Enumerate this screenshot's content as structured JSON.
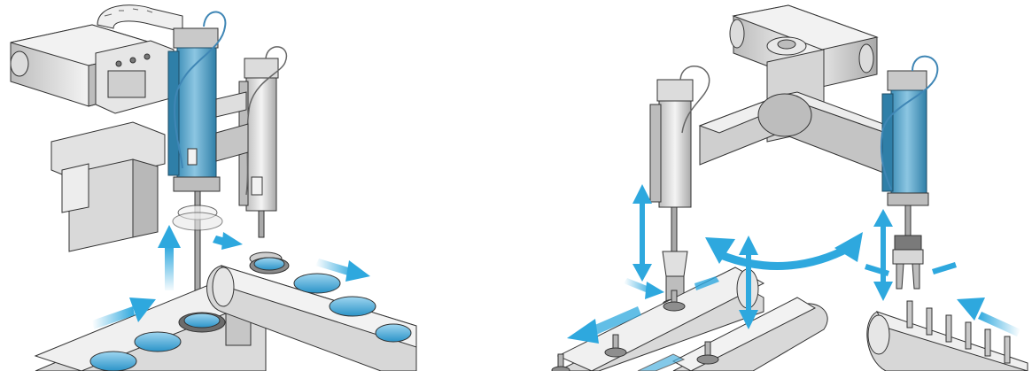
{
  "figure": {
    "labels": [],
    "colors": {
      "blue_metal": "#6aaed0",
      "blue_dark": "#2f7fa8",
      "steel_light": "#ececec",
      "steel_mid": "#c9c9c9",
      "steel_dark": "#8f8f8f",
      "outline": "#333333",
      "arrow": "#2ea8de",
      "cup_fill": "#4fb3e0",
      "cable": "#3f86b5"
    },
    "left_scene": {
      "components": [
        "linear-slide-unit",
        "pneumatic-cylinder-blue",
        "pneumatic-cylinder-grey",
        "vacuum-cup",
        "conveyor-left",
        "conveyor-right",
        "cable-chain"
      ],
      "motions": [
        "arrow-up",
        "arrow-feed-in",
        "arrow-transfer",
        "arrow-feed-out"
      ]
    },
    "right_scene": {
      "components": [
        "rotary-actuator",
        "swing-arm",
        "pneumatic-cylinder-grey",
        "pneumatic-cylinder-blue",
        "parallel-gripper",
        "conveyor-pins",
        "conveyor-middle",
        "conveyor-right-pins"
      ],
      "motions": [
        "arrow-vertical-left",
        "arrow-vertical-center",
        "arrow-vertical-right",
        "arrow-rotate",
        "arrow-grip-left",
        "arrow-grip-right",
        "arrow-feed-out-left",
        "arrow-feed-in-right"
      ]
    }
  }
}
